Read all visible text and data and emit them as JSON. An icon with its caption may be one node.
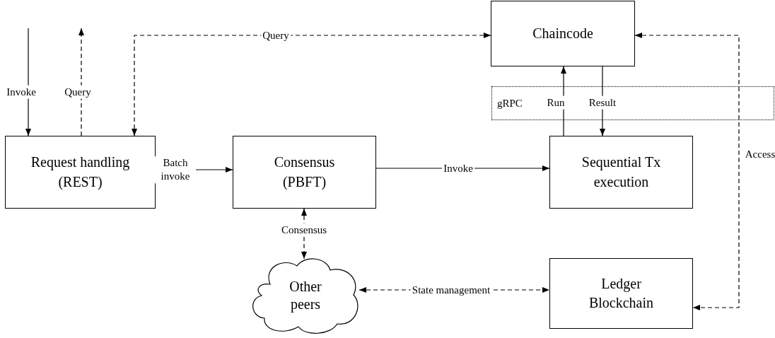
{
  "diagram": {
    "nodes": [
      {
        "text": [
          "Request handling (REST)"
        ]
      },
      {
        "text": [
          "Consensus (PBFT)"
        ]
      },
      {
        "text": [
          "Chaincode"
        ]
      },
      {
        "text": [
          "Sequential Tx execution"
        ]
      },
      {
        "text": [
          "Ledger Blockchain"
        ]
      },
      {
        "text": [
          "Other peers"
        ]
      }
    ],
    "labels": [
      "gRPC"
    ],
    "edges": [
      {
        "from": null,
        "to": 0,
        "arrow": "to",
        "label": "Invoke"
      },
      {
        "from": 0,
        "to": null,
        "arrow": "to",
        "label": "Query",
        "style": "dashed"
      },
      {
        "from": 2,
        "to": 0,
        "arrow": "both",
        "label": "Query",
        "style": "dashed"
      },
      {
        "from": 0,
        "to": 1,
        "arrow": "to",
        "label": "Batch invoke"
      },
      {
        "from": 1,
        "to": 3,
        "arrow": "to",
        "label": "Invoke"
      },
      {
        "from": 3,
        "to": 2,
        "arrow": "to",
        "label": "Run"
      },
      {
        "from": 2,
        "to": 3,
        "arrow": "to",
        "label": "Result"
      },
      {
        "from": 2,
        "to": 4,
        "arrow": "both",
        "label": "Access",
        "style": "dashed"
      },
      {
        "from": 1,
        "to": 5,
        "arrow": "both",
        "label": "Consensus",
        "style": "dashed"
      },
      {
        "from": 5,
        "to": 4,
        "arrow": "both",
        "label": "State management",
        "style": "dashed"
      }
    ]
  }
}
